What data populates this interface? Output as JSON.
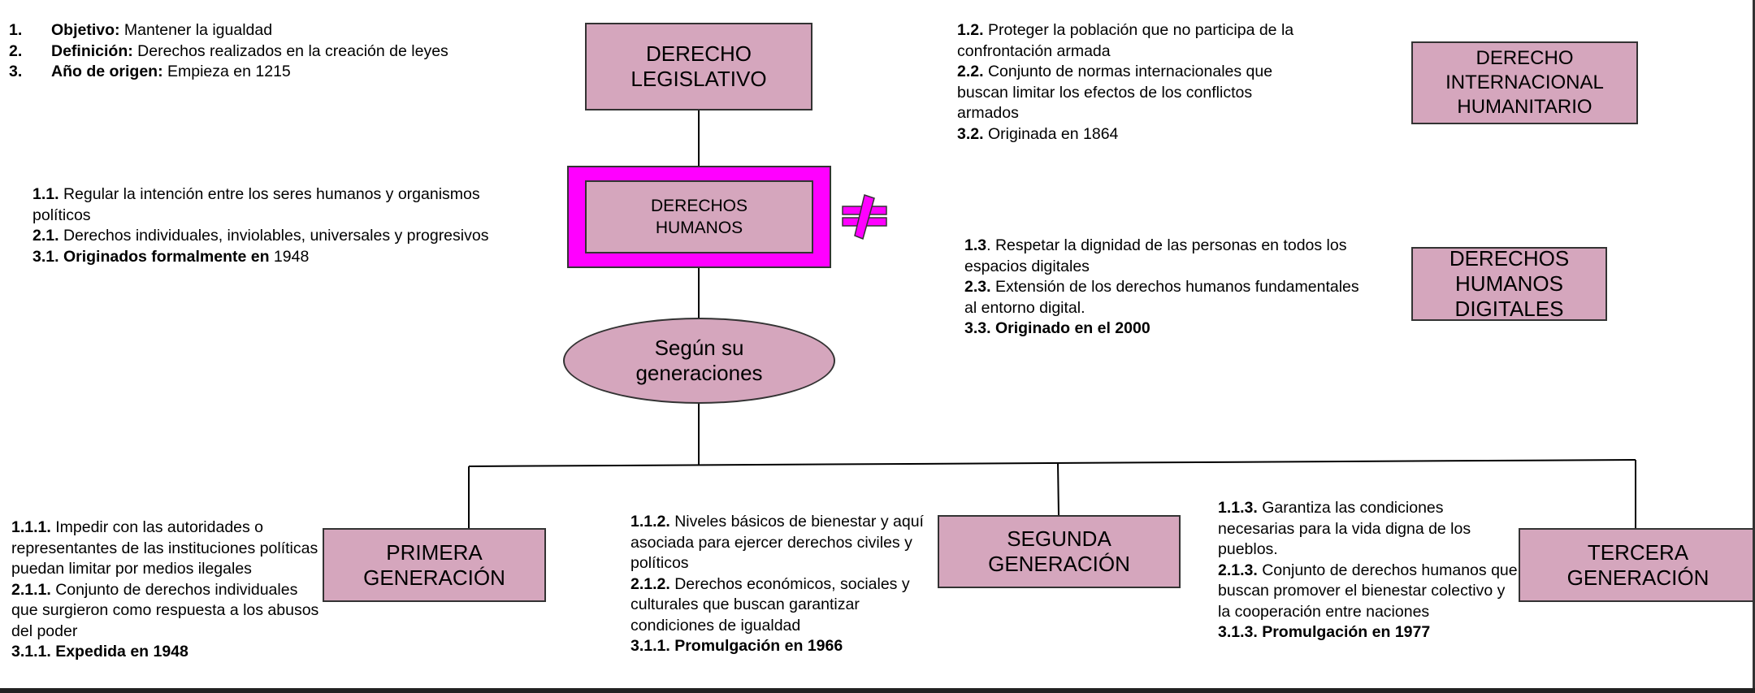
{
  "nodes": {
    "legislativo": "DERECHO\nLEGISLATIVO",
    "humanos": "DERECHOS\nHUMANOS",
    "generaciones": "Según su\ngeneraciones",
    "internacional": "DERECHO\nINTERNACIONAL\nHUMANITARIO",
    "digitales": "DERECHOS\nHUMANOS\nDIGITALES",
    "primera": "PRIMERA\nGENERACIÓN",
    "segunda": "SEGUNDA\nGENERACIÓN",
    "tercera": "TERCERA\nGENERACIÓN"
  },
  "not_equal_symbol": "≠",
  "colors": {
    "node_fill": "#d5a6bd",
    "highlight": "#ff00ff"
  },
  "notes": {
    "legislativo": [
      {
        "num": "1.",
        "label": "Objetivo:",
        "text": " Mantener la igualdad"
      },
      {
        "num": "2.",
        "label": "Definición:",
        "text": " Derechos realizados en la creación de leyes"
      },
      {
        "num": "3.",
        "label": "Año de origen:",
        "text": " Empieza en 1215"
      }
    ],
    "humanos": [
      {
        "label": "1.1.",
        "text": " Regular la intención entre los seres humanos y organismos políticos"
      },
      {
        "label": "2.1.",
        "text": " Derechos individuales, inviolables, universales y progresivos"
      },
      {
        "label": "3.1. Originados formalmente en",
        "text": " 1948"
      }
    ],
    "internacional": [
      {
        "label": "1.2.",
        "text": "  Proteger la población que no participa de la confrontación armada"
      },
      {
        "label": "2.2.",
        "text": " Conjunto de normas internacionales que buscan limitar los efectos de los conflictos armados"
      },
      {
        "label": "3.2.",
        "text": " Originada en 1864"
      }
    ],
    "digitales": [
      {
        "label": "1.3",
        "text": ".  Respetar la dignidad de las personas en todos los espacios digitales"
      },
      {
        "label": "2.3.",
        "text": " Extensión de los derechos humanos fundamentales al entorno digital."
      },
      {
        "label": "3.3. Originado en el 2000",
        "text": ""
      }
    ],
    "primera": [
      {
        "label": "1.1.1.",
        "text": "  Impedir con las autoridades o representantes de las instituciones políticas puedan limitar por medios ilegales"
      },
      {
        "label": "2.1.1.",
        "text": " Conjunto de derechos individuales que surgieron como respuesta a los abusos del poder"
      },
      {
        "label": "3.1.1. Expedida en 1948",
        "text": ""
      }
    ],
    "segunda": [
      {
        "label": "1.1.2.",
        "text": "  Niveles básicos de bienestar y aquí asociada para ejercer derechos civiles y políticos"
      },
      {
        "label": "2.1.2.",
        "text": " Derechos económicos, sociales y culturales que buscan garantizar condiciones de igualdad"
      },
      {
        "label": "3.1.1. Promulgación en 1966",
        "text": ""
      }
    ],
    "tercera": [
      {
        "label": "1.1.3.",
        "text": "  Garantiza las condiciones necesarias para la vida digna de los pueblos."
      },
      {
        "label": "2.1.3.",
        "text": " Conjunto de derechos humanos que buscan promover el bienestar colectivo y la cooperación entre naciones"
      },
      {
        "label": "3.1.3. Promulgación en 1977",
        "text": ""
      }
    ]
  }
}
